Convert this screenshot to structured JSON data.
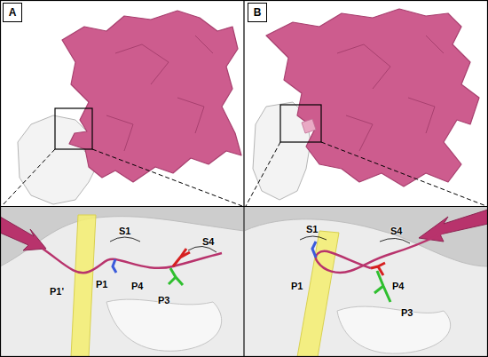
{
  "diagram": {
    "nodes": [
      {
        "text": [
          "A"
        ]
      },
      {
        "text": [
          "B"
        ]
      }
    ],
    "labels": [
      "S1",
      "S4",
      "P1'",
      "P1",
      "P4",
      "P3",
      "S1",
      "S4",
      "P1",
      "P4",
      "P3"
    ]
  }
}
